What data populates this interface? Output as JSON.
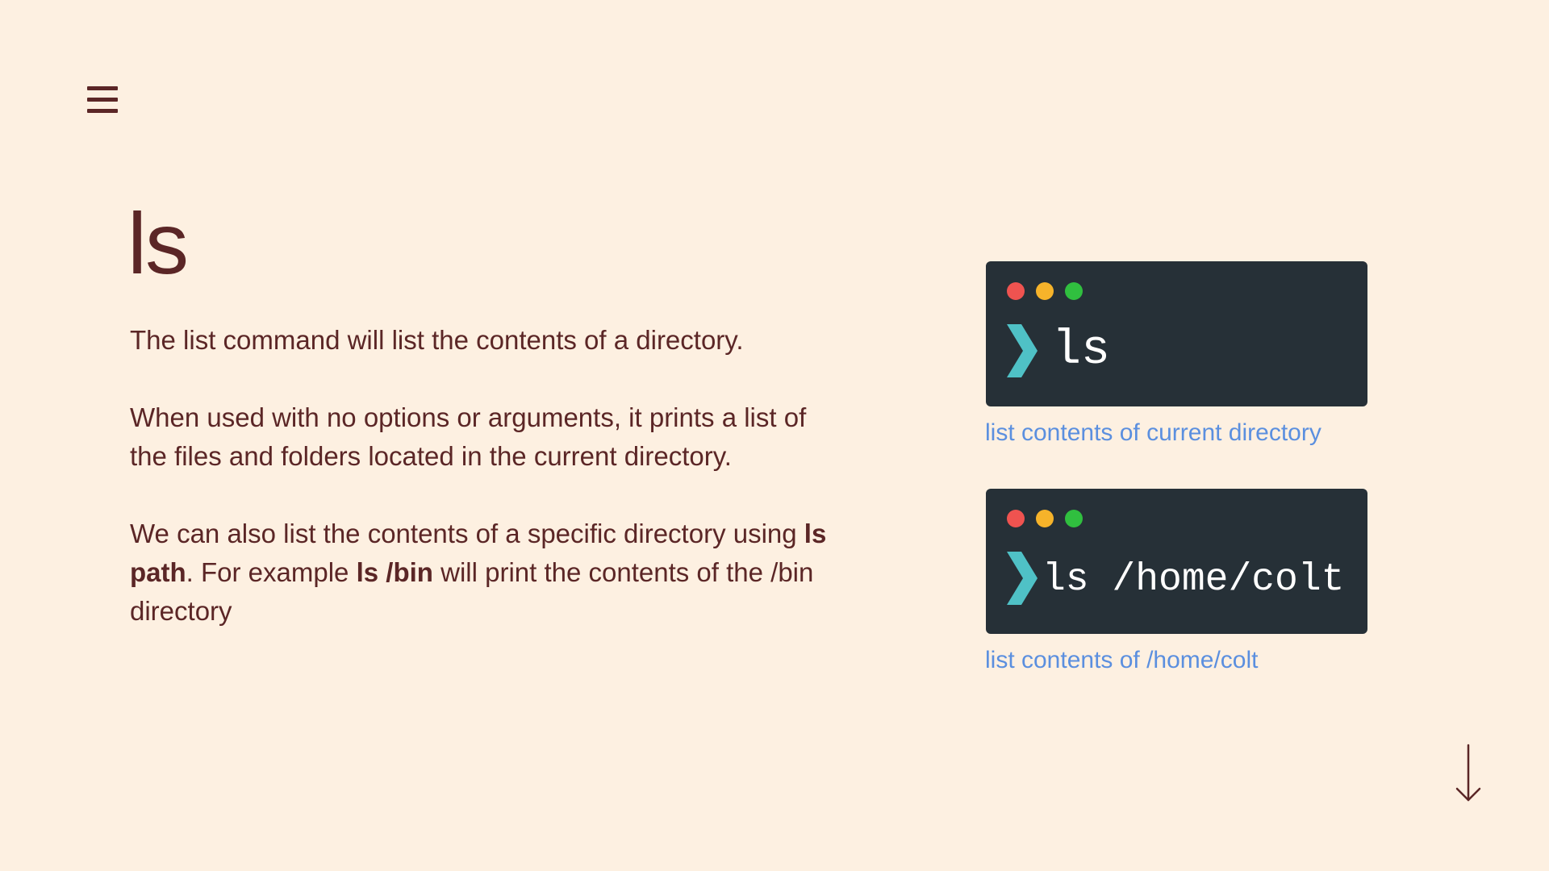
{
  "slide": {
    "title": "ls",
    "paragraph1": "The list command will list the contents of a directory.",
    "paragraph2": "When used with no options or arguments, it prints a list of the files and folders located in the current directory.",
    "paragraph3": {
      "prefix": "We can also list the contents of a specific directory using ",
      "bold1": "ls path",
      "middle": ".  For example ",
      "bold2": "ls /bin",
      "suffix": " will print the contents of the /bin directory"
    }
  },
  "terminals": [
    {
      "command": "ls",
      "caption": "list contents of current directory"
    },
    {
      "command": "ls /home/colt",
      "caption": "list contents of /home/colt"
    }
  ],
  "icons": {
    "menu": "hamburger-menu-icon",
    "prompt": "chevron-prompt-icon",
    "next": "down-arrow-icon"
  },
  "colors": {
    "background": "#fdf0e1",
    "text": "#5b2626",
    "terminal_bg": "#263037",
    "prompt_chevron": "#4fc1c6",
    "caption": "#5b8fdf",
    "dot_red": "#ef5350",
    "dot_yellow": "#f6b32a",
    "dot_green": "#30bf3f"
  }
}
